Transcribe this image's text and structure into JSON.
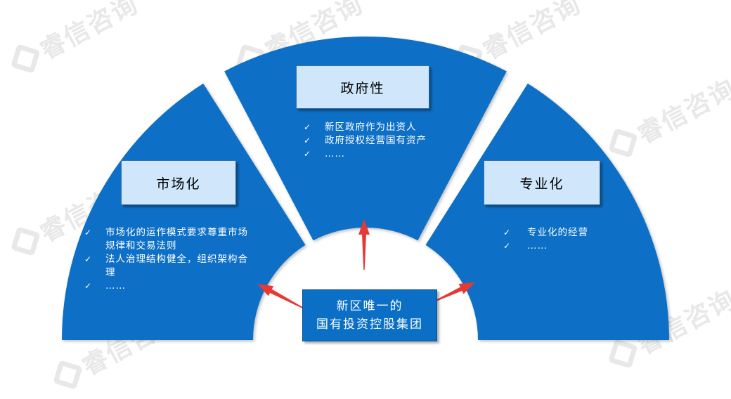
{
  "watermark": {
    "text": "睿信咨询"
  },
  "colors": {
    "segment": "#0b6fc6",
    "label_box": "#cfe6fb",
    "arrow": "#e53935"
  },
  "segments": {
    "left": {
      "title": "市场化",
      "bullets": [
        "市场化的运作模式要求尊重市场规律和交易法则",
        "法人治理结构健全，组织架构合理",
        "……"
      ]
    },
    "middle": {
      "title": "政府性",
      "bullets": [
        "新区政府作为出资人",
        "政府授权经营国有资产",
        "……"
      ]
    },
    "right": {
      "title": "专业化",
      "bullets": [
        "专业化的经营",
        "……"
      ]
    }
  },
  "center": {
    "line1": "新区唯一的",
    "line2": "国有投资控股集团"
  },
  "icons": {
    "bullet": "check-icon"
  }
}
